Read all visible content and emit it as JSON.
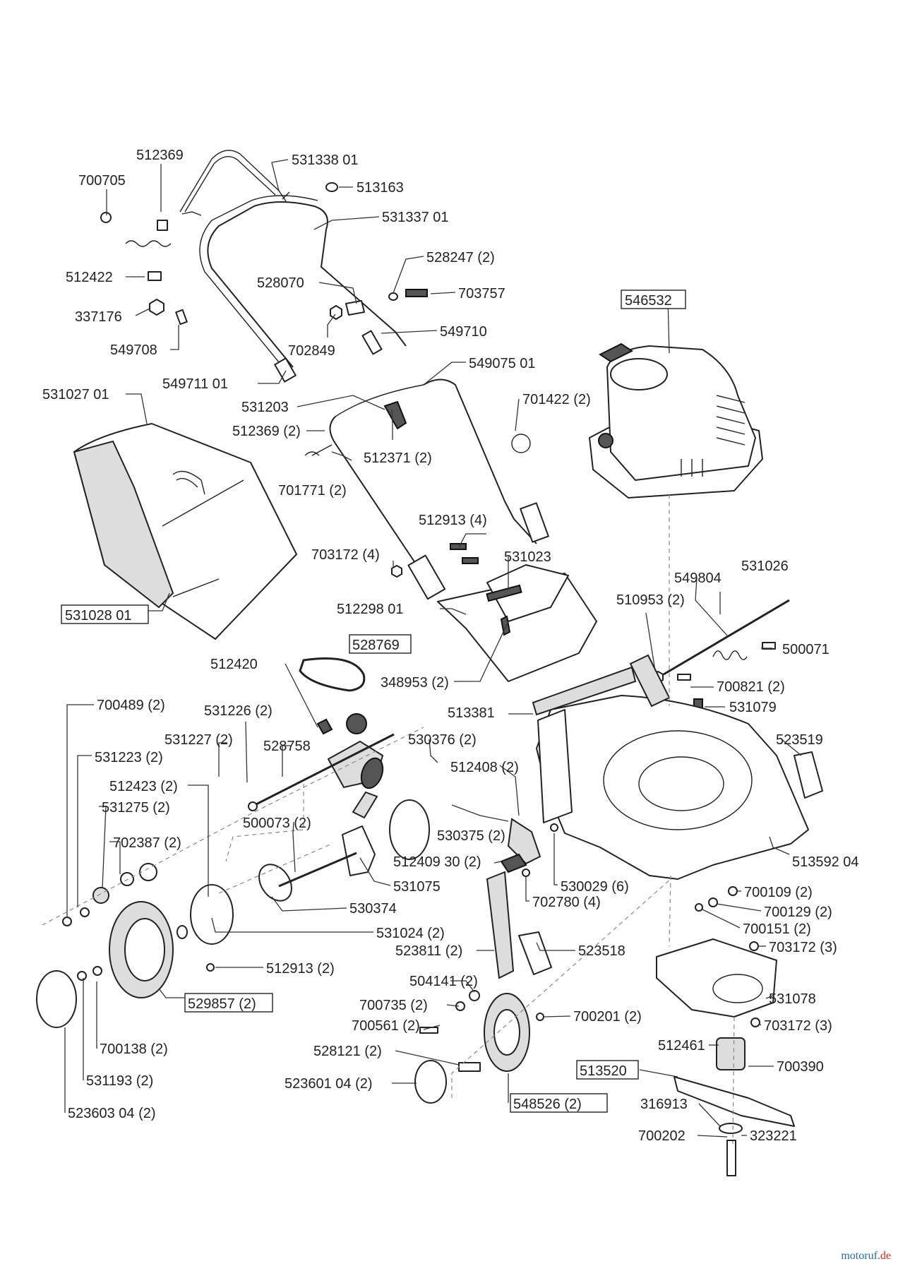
{
  "labels": [
    {
      "id": "l01",
      "text": "512369"
    },
    {
      "id": "l02",
      "text": "531338 01"
    },
    {
      "id": "l03",
      "text": "700705"
    },
    {
      "id": "l04",
      "text": "513163"
    },
    {
      "id": "l05",
      "text": "531337 01"
    },
    {
      "id": "l06",
      "text": "528247 (2)"
    },
    {
      "id": "l07",
      "text": "512422"
    },
    {
      "id": "l08",
      "text": "528070"
    },
    {
      "id": "l09",
      "text": "703757"
    },
    {
      "id": "l10",
      "text": "337176"
    },
    {
      "id": "l11",
      "text": "549710"
    },
    {
      "id": "l12",
      "text": "549708"
    },
    {
      "id": "l13",
      "text": "702849"
    },
    {
      "id": "l14",
      "text": "546532",
      "boxed": true
    },
    {
      "id": "l15",
      "text": "549075 01"
    },
    {
      "id": "l16",
      "text": "549711 01"
    },
    {
      "id": "l17",
      "text": "531027 01"
    },
    {
      "id": "l18",
      "text": "531203"
    },
    {
      "id": "l19",
      "text": "701422 (2)"
    },
    {
      "id": "l20",
      "text": "512369 (2)"
    },
    {
      "id": "l21",
      "text": "512371 (2)"
    },
    {
      "id": "l22",
      "text": "701771 (2)"
    },
    {
      "id": "l23",
      "text": "512913 (4)"
    },
    {
      "id": "l24",
      "text": "703172 (4)"
    },
    {
      "id": "l25",
      "text": "531023"
    },
    {
      "id": "l26",
      "text": "549804"
    },
    {
      "id": "l27",
      "text": "531026"
    },
    {
      "id": "l28",
      "text": "510953 (2)"
    },
    {
      "id": "l29",
      "text": "512298 01"
    },
    {
      "id": "l30",
      "text": "531028 01",
      "boxed": true
    },
    {
      "id": "l31",
      "text": "500071"
    },
    {
      "id": "l32",
      "text": "528769",
      "boxed": true
    },
    {
      "id": "l33",
      "text": "512420"
    },
    {
      "id": "l34",
      "text": "348953 (2)"
    },
    {
      "id": "l35",
      "text": "700821 (2)"
    },
    {
      "id": "l36",
      "text": "531079"
    },
    {
      "id": "l37",
      "text": "513381"
    },
    {
      "id": "l38",
      "text": "700489 (2)"
    },
    {
      "id": "l39",
      "text": "531226 (2)"
    },
    {
      "id": "l40",
      "text": "531227 (2)"
    },
    {
      "id": "l41",
      "text": "528758"
    },
    {
      "id": "l42",
      "text": "530376 (2)"
    },
    {
      "id": "l43",
      "text": "523519"
    },
    {
      "id": "l44",
      "text": "531223 (2)"
    },
    {
      "id": "l45",
      "text": "512408 (2)"
    },
    {
      "id": "l46",
      "text": "512423 (2)"
    },
    {
      "id": "l47",
      "text": "531275 (2)"
    },
    {
      "id": "l48",
      "text": "500073 (2)"
    },
    {
      "id": "l49",
      "text": "530375 (2)"
    },
    {
      "id": "l50",
      "text": "702387 (2)"
    },
    {
      "id": "l51",
      "text": "512409 30 (2)"
    },
    {
      "id": "l52",
      "text": "513592 04"
    },
    {
      "id": "l53",
      "text": "531075"
    },
    {
      "id": "l54",
      "text": "530029 (6)"
    },
    {
      "id": "l55",
      "text": "700109 (2)"
    },
    {
      "id": "l56",
      "text": "702780 (4)"
    },
    {
      "id": "l57",
      "text": "530374"
    },
    {
      "id": "l58",
      "text": "700129 (2)"
    },
    {
      "id": "l59",
      "text": "700151 (2)"
    },
    {
      "id": "l60",
      "text": "531024 (2)"
    },
    {
      "id": "l61",
      "text": "523811 (2)"
    },
    {
      "id": "l62",
      "text": "523518"
    },
    {
      "id": "l63",
      "text": "703172 (3)"
    },
    {
      "id": "l64",
      "text": "512913 (2)"
    },
    {
      "id": "l65",
      "text": "504141 (2)"
    },
    {
      "id": "l66",
      "text": "531078"
    },
    {
      "id": "l67",
      "text": "529857 (2)",
      "boxed": true
    },
    {
      "id": "l68",
      "text": "700735 (2)"
    },
    {
      "id": "l69",
      "text": "700201 (2)"
    },
    {
      "id": "l70",
      "text": "700561 (2)"
    },
    {
      "id": "l71",
      "text": "703172 (3)"
    },
    {
      "id": "l72",
      "text": "512461"
    },
    {
      "id": "l73",
      "text": "700138 (2)"
    },
    {
      "id": "l74",
      "text": "528121 (2)"
    },
    {
      "id": "l75",
      "text": "513520",
      "boxed": true
    },
    {
      "id": "l76",
      "text": "700390"
    },
    {
      "id": "l77",
      "text": "531193 (2)"
    },
    {
      "id": "l78",
      "text": "523601 04 (2)"
    },
    {
      "id": "l79",
      "text": "548526 (2)",
      "boxed": true
    },
    {
      "id": "l80",
      "text": "316913"
    },
    {
      "id": "l81",
      "text": "523603 04 (2)"
    },
    {
      "id": "l82",
      "text": "700202"
    },
    {
      "id": "l83",
      "text": "323221"
    }
  ],
  "watermark": {
    "brand": "motoruf",
    "tld": ".de",
    "color_main": "#1a6fb5",
    "color_accent": "#d52b1e"
  }
}
